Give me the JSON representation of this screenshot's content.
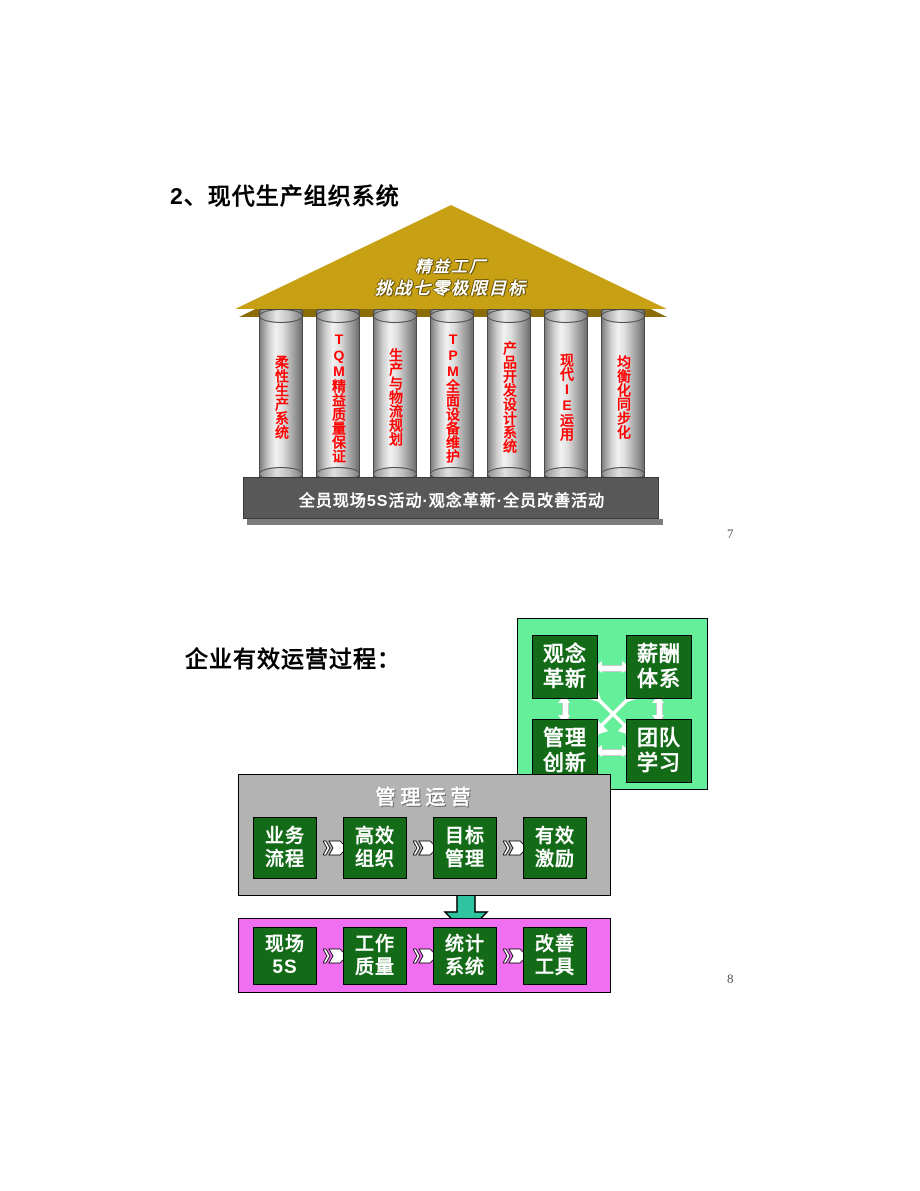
{
  "page": {
    "background": "#ffffff",
    "page_numbers": {
      "slide7": "7",
      "slide8": "8"
    }
  },
  "colors": {
    "roof_gold": "#c8a014",
    "roof_shadow": "#8a6d06",
    "pillar_red": "#ff0000",
    "base_gray": "#585858",
    "panel_gray": "#b3b3b3",
    "panel_pink": "#f06ef0",
    "panel_light_green": "#66ef9a",
    "box_dark_green": "#136b18",
    "teal_arrow": "#2ec4a0",
    "text_white": "#ffffff",
    "text_black": "#000000"
  },
  "slide7": {
    "heading": "2、现代生产组织系统",
    "roof": {
      "line1": "精益工厂",
      "line2": "挑战七零极限目标"
    },
    "pillars": [
      {
        "id": "pillar-1",
        "label": "柔性生产系统"
      },
      {
        "id": "pillar-2",
        "label": "TQM精益质量保证"
      },
      {
        "id": "pillar-3",
        "label": "生产与物流规划"
      },
      {
        "id": "pillar-4",
        "label": "TPM全面设备维护"
      },
      {
        "id": "pillar-5",
        "label": "产品开发设计系统"
      },
      {
        "id": "pillar-6",
        "label": "现代IE运用"
      },
      {
        "id": "pillar-7",
        "label": "均衡化同步化"
      }
    ],
    "base": {
      "label": "全员现场5S活动·观念革新·全员改善活动"
    }
  },
  "slide8": {
    "heading": "企业有效运营过程：",
    "green_panel": {
      "boxes": [
        {
          "id": "gbox-tl",
          "line1": "观念",
          "line2": "革新"
        },
        {
          "id": "gbox-tr",
          "line1": "薪酬",
          "line2": "体系"
        },
        {
          "id": "gbox-bl",
          "line1": "管理",
          "line2": "创新"
        },
        {
          "id": "gbox-br",
          "line1": "团队",
          "line2": "学习"
        }
      ]
    },
    "gray_panel": {
      "title": "管理运营",
      "boxes": [
        {
          "id": "mbox-1",
          "line1": "业务",
          "line2": "流程"
        },
        {
          "id": "mbox-2",
          "line1": "高效",
          "line2": "组织"
        },
        {
          "id": "mbox-3",
          "line1": "目标",
          "line2": "管理"
        },
        {
          "id": "mbox-4",
          "line1": "有效",
          "line2": "激励"
        }
      ]
    },
    "pink_panel": {
      "boxes": [
        {
          "id": "pbox-1",
          "line1": "现场",
          "line2": "5S"
        },
        {
          "id": "pbox-2",
          "line1": "工作",
          "line2": "质量"
        },
        {
          "id": "pbox-3",
          "line1": "统计",
          "line2": "系统"
        },
        {
          "id": "pbox-4",
          "line1": "改善",
          "line2": "工具"
        }
      ]
    }
  }
}
